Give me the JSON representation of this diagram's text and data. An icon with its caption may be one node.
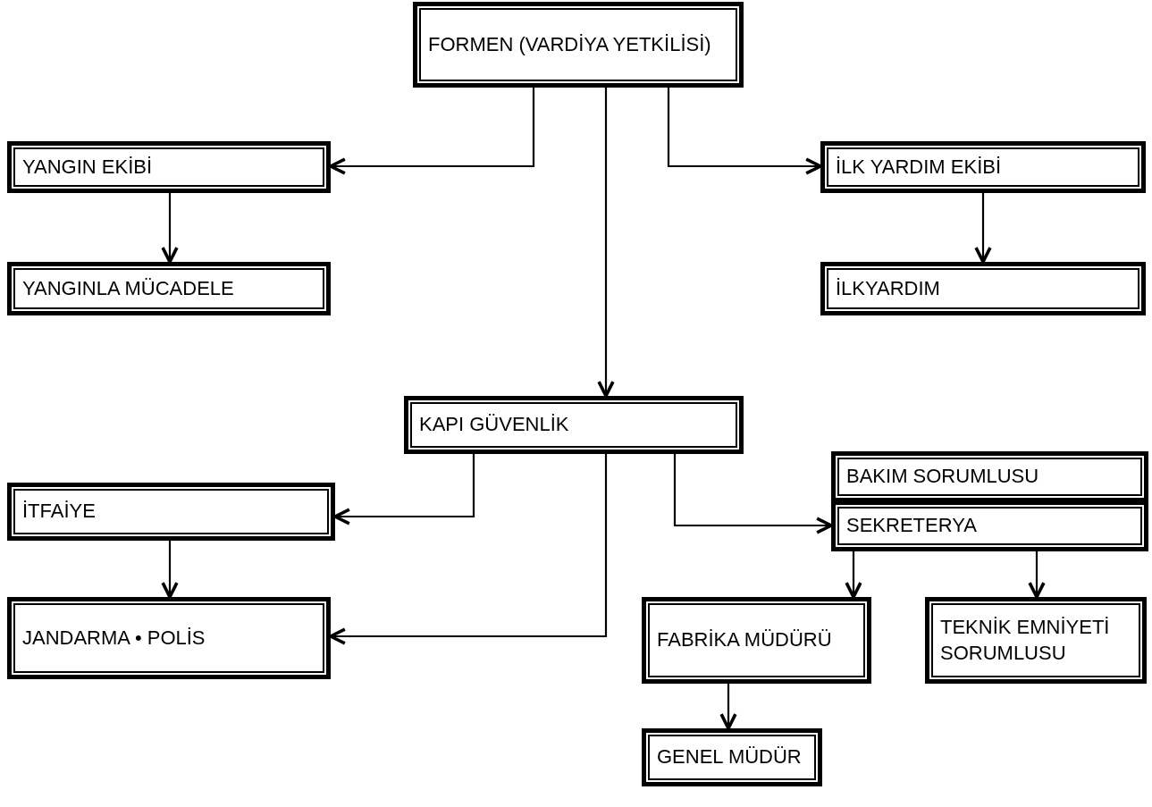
{
  "diagram": {
    "nodes": [
      {
        "text": [
          "FORMEN (VARDİYA YETKİLİSİ)"
        ]
      },
      {
        "text": [
          "YANGIN EKİBİ"
        ]
      },
      {
        "text": [
          "İLK YARDIM EKİBİ"
        ]
      },
      {
        "text": [
          "YANGINLA MÜCADELE"
        ]
      },
      {
        "text": [
          "İLKYARDIM"
        ]
      },
      {
        "text": [
          "KAPI GÜVENLİK"
        ]
      },
      {
        "text": [
          "BAKIM SORUMLUSU"
        ]
      },
      {
        "text": [
          "SEKRETERYA"
        ]
      },
      {
        "text": [
          "İTFAİYE"
        ]
      },
      {
        "text": [
          "JANDARMA • POLİS"
        ]
      },
      {
        "text": [
          "FABRİKA MÜDÜRÜ"
        ]
      },
      {
        "text": [
          "TEKNİK EMNİYETİ SORUMLUSU"
        ]
      },
      {
        "text": [
          "GENEL MÜDÜR"
        ]
      }
    ],
    "edges": [
      {
        "from": 0,
        "to": 1,
        "arrow": "to"
      },
      {
        "from": 0,
        "to": 2,
        "arrow": "to"
      },
      {
        "from": 0,
        "to": 5,
        "arrow": "to"
      },
      {
        "from": 1,
        "to": 3,
        "arrow": "to"
      },
      {
        "from": 2,
        "to": 4,
        "arrow": "to"
      },
      {
        "from": 5,
        "to": 8,
        "arrow": "to"
      },
      {
        "from": 5,
        "to": 7,
        "arrow": "to"
      },
      {
        "from": 5,
        "to": 9,
        "arrow": "to"
      },
      {
        "from": 8,
        "to": 9,
        "arrow": "to"
      },
      {
        "from": 7,
        "to": 10,
        "arrow": "to"
      },
      {
        "from": 7,
        "to": 11,
        "arrow": "to"
      },
      {
        "from": 10,
        "to": 12,
        "arrow": "to"
      }
    ]
  }
}
